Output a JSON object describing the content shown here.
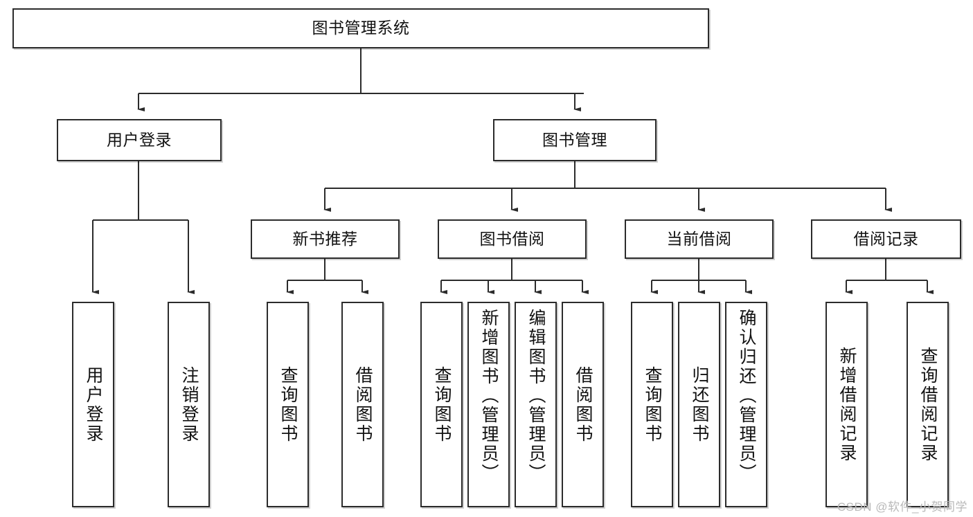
{
  "diagram": {
    "title": "图书管理系统",
    "type": "hierarchy-tree",
    "watermark": "CSDN @软件_小贺同学",
    "colors": {
      "node_border": "#2b2b2b",
      "node_fill": "#ffffff",
      "edge": "#2b2b2b",
      "text": "#111111",
      "watermark": "#b9b9b9"
    },
    "levels": [
      {
        "level": 1,
        "labels": [
          "图书管理系统"
        ]
      },
      {
        "level": 2,
        "labels": [
          "用户登录",
          "图书管理"
        ]
      },
      {
        "level": 3,
        "labels": [
          "新书推荐",
          "图书借阅",
          "当前借阅",
          "借阅记录"
        ]
      },
      {
        "level": 4,
        "labels": [
          "用户登录",
          "注销登录",
          "查询图书",
          "借阅图书",
          "查询图书",
          "新增图书（管理员）",
          "编辑图书（管理员）",
          "借阅图书",
          "查询图书",
          "归还图书",
          "确认归还（管理员）",
          "新增借阅记录",
          "查询借阅记录"
        ]
      }
    ],
    "nodes": {
      "root": {
        "label": "图书管理系统"
      },
      "l2": [
        {
          "id": "user-login",
          "label": "用户登录"
        },
        {
          "id": "book-manage",
          "label": "图书管理"
        }
      ],
      "l3": [
        {
          "id": "new-book-rec",
          "label": "新书推荐"
        },
        {
          "id": "book-borrow",
          "label": "图书借阅"
        },
        {
          "id": "current-borrow",
          "label": "当前借阅"
        },
        {
          "id": "borrow-record",
          "label": "借阅记录"
        }
      ],
      "leaves": [
        {
          "id": "leaf-user-login",
          "label": "用户登录",
          "parent": "user-login"
        },
        {
          "id": "leaf-logout",
          "label": "注销登录",
          "parent": "user-login"
        },
        {
          "id": "leaf-query-book-1",
          "label": "查询图书",
          "parent": "new-book-rec"
        },
        {
          "id": "leaf-borrow-book-1",
          "label": "借阅图书",
          "parent": "new-book-rec"
        },
        {
          "id": "leaf-query-book-2",
          "label": "查询图书",
          "parent": "book-borrow"
        },
        {
          "id": "leaf-add-book",
          "label": "新增图书（管理员）",
          "parent": "book-borrow"
        },
        {
          "id": "leaf-edit-book",
          "label": "编辑图书（管理员）",
          "parent": "book-borrow"
        },
        {
          "id": "leaf-borrow-book-2",
          "label": "借阅图书",
          "parent": "book-borrow"
        },
        {
          "id": "leaf-query-book-3",
          "label": "查询图书",
          "parent": "current-borrow"
        },
        {
          "id": "leaf-return-book",
          "label": "归还图书",
          "parent": "current-borrow"
        },
        {
          "id": "leaf-confirm-return",
          "label": "确认归还（管理员）",
          "parent": "current-borrow"
        },
        {
          "id": "leaf-add-record",
          "label": "新增借阅记录",
          "parent": "borrow-record"
        },
        {
          "id": "leaf-query-record",
          "label": "查询借阅记录",
          "parent": "borrow-record"
        }
      ]
    }
  }
}
